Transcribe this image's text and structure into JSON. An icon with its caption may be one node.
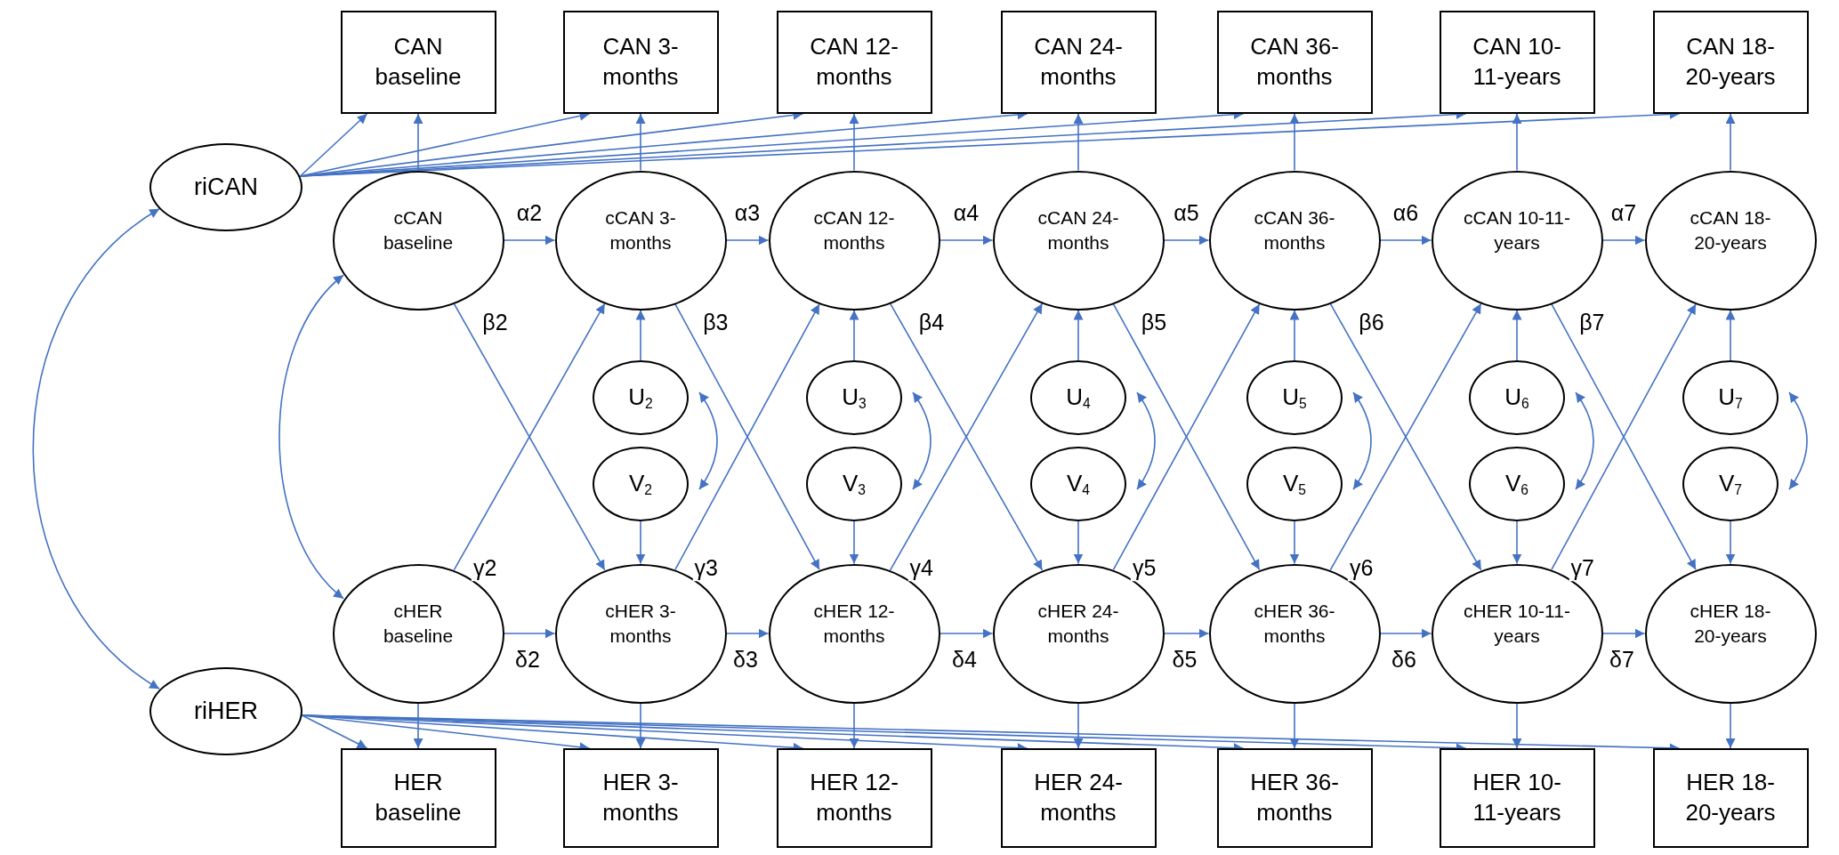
{
  "diagram": {
    "nodes": [
      {
        "text": [
          "CAN baseline"
        ]
      },
      {
        "text": [
          "CAN 3-months"
        ]
      },
      {
        "text": [
          "CAN 12-months"
        ]
      },
      {
        "text": [
          "CAN 24-months"
        ]
      },
      {
        "text": [
          "CAN 36-months"
        ]
      },
      {
        "text": [
          "CAN 10-11-years"
        ]
      },
      {
        "text": [
          "CAN 18-20-years"
        ]
      },
      {
        "text": [
          "riCAN"
        ]
      },
      {
        "text": [
          "cCAN baseline"
        ]
      },
      {
        "text": [
          "cCAN 3-months"
        ]
      },
      {
        "text": [
          "cCAN 12-months"
        ]
      },
      {
        "text": [
          "cCAN 24-months"
        ]
      },
      {
        "text": [
          "cCAN 36-months"
        ]
      },
      {
        "text": [
          "cCAN 10-11-years"
        ]
      },
      {
        "text": [
          "cCAN 18-20-years"
        ]
      },
      {
        "text": [
          "U$_{2}$"
        ]
      },
      {
        "text": [
          "U$_{3}$"
        ]
      },
      {
        "text": [
          "U$_{4}$"
        ]
      },
      {
        "text": [
          "U$_{5}$"
        ]
      },
      {
        "text": [
          "U$_{6}$"
        ]
      },
      {
        "text": [
          "U$_{7}$"
        ]
      },
      {
        "text": [
          "V$_{2}$"
        ]
      },
      {
        "text": [
          "V$_{3}$"
        ]
      },
      {
        "text": [
          "V$_{4}$"
        ]
      },
      {
        "text": [
          "V$_{5}$"
        ]
      },
      {
        "text": [
          "V$_{6}$"
        ]
      },
      {
        "text": [
          "V$_{7}$"
        ]
      },
      {
        "text": [
          "cHER baseline"
        ]
      },
      {
        "text": [
          "cHER 3-months"
        ]
      },
      {
        "text": [
          "cHER 12-months"
        ]
      },
      {
        "text": [
          "cHER 24-months"
        ]
      },
      {
        "text": [
          "cHER 36-months"
        ]
      },
      {
        "text": [
          "cHER 10-11-years"
        ]
      },
      {
        "text": [
          "cHER 18-20-years"
        ]
      },
      {
        "text": [
          "riHER"
        ]
      },
      {
        "text": [
          "HER baseline"
        ]
      },
      {
        "text": [
          "HER 3-months"
        ]
      },
      {
        "text": [
          "HER 12-months"
        ]
      },
      {
        "text": [
          "HER 24-months"
        ]
      },
      {
        "text": [
          "HER 36-months"
        ]
      },
      {
        "text": [
          "HER 10-11-years"
        ]
      },
      {
        "text": [
          "HER 18-20-years"
        ]
      }
    ],
    "edges": [
      {
        "from": 7,
        "to": 0,
        "arrow": "to"
      },
      {
        "from": 7,
        "to": 1,
        "arrow": "to"
      },
      {
        "from": 7,
        "to": 2,
        "arrow": "to"
      },
      {
        "from": 7,
        "to": 3,
        "arrow": "to"
      },
      {
        "from": 7,
        "to": 4,
        "arrow": "to"
      },
      {
        "from": 7,
        "to": 5,
        "arrow": "to"
      },
      {
        "from": 7,
        "to": 6,
        "arrow": "to"
      },
      {
        "from": 8,
        "to": 0,
        "arrow": "to"
      },
      {
        "from": 9,
        "to": 1,
        "arrow": "to"
      },
      {
        "from": 10,
        "to": 2,
        "arrow": "to"
      },
      {
        "from": 11,
        "to": 3,
        "arrow": "to"
      },
      {
        "from": 12,
        "to": 4,
        "arrow": "to"
      },
      {
        "from": 13,
        "to": 5,
        "arrow": "to"
      },
      {
        "from": 14,
        "to": 6,
        "arrow": "to"
      },
      {
        "from": 7,
        "to": 34,
        "arrow": "both"
      },
      {
        "from": 8,
        "to": 27,
        "arrow": "both"
      },
      {
        "from": 8,
        "to": 9,
        "arrow": "to",
        "label": "α2"
      },
      {
        "from": 9,
        "to": 10,
        "arrow": "to",
        "label": "α3"
      },
      {
        "from": 10,
        "to": 11,
        "arrow": "to",
        "label": "α4"
      },
      {
        "from": 11,
        "to": 12,
        "arrow": "to",
        "label": "α5"
      },
      {
        "from": 12,
        "to": 13,
        "arrow": "to",
        "label": "α6"
      },
      {
        "from": 13,
        "to": 14,
        "arrow": "to",
        "label": "α7"
      },
      {
        "from": 8,
        "to": 28,
        "arrow": "to",
        "label": "β2"
      },
      {
        "from": 9,
        "to": 29,
        "arrow": "to",
        "label": "β3"
      },
      {
        "from": 10,
        "to": 30,
        "arrow": "to",
        "label": "β4"
      },
      {
        "from": 11,
        "to": 31,
        "arrow": "to",
        "label": "β5"
      },
      {
        "from": 12,
        "to": 32,
        "arrow": "to",
        "label": "β6"
      },
      {
        "from": 13,
        "to": 33,
        "arrow": "to",
        "label": "β7"
      },
      {
        "from": 27,
        "to": 9,
        "arrow": "to",
        "label": "γ2"
      },
      {
        "from": 28,
        "to": 10,
        "arrow": "to",
        "label": "γ3"
      },
      {
        "from": 29,
        "to": 11,
        "arrow": "to",
        "label": "γ4"
      },
      {
        "from": 30,
        "to": 12,
        "arrow": "to",
        "label": "γ5"
      },
      {
        "from": 31,
        "to": 13,
        "arrow": "to",
        "label": "γ6"
      },
      {
        "from": 32,
        "to": 14,
        "arrow": "to",
        "label": "γ7"
      },
      {
        "from": 27,
        "to": 28,
        "arrow": "to",
        "label": "δ2"
      },
      {
        "from": 28,
        "to": 29,
        "arrow": "to",
        "label": "δ3"
      },
      {
        "from": 29,
        "to": 30,
        "arrow": "to",
        "label": "δ4"
      },
      {
        "from": 30,
        "to": 31,
        "arrow": "to",
        "label": "δ5"
      },
      {
        "from": 31,
        "to": 32,
        "arrow": "to",
        "label": "δ6"
      },
      {
        "from": 32,
        "to": 33,
        "arrow": "to",
        "label": "δ7"
      },
      {
        "from": 15,
        "to": 9,
        "arrow": "to"
      },
      {
        "from": 16,
        "to": 10,
        "arrow": "to"
      },
      {
        "from": 17,
        "to": 11,
        "arrow": "to"
      },
      {
        "from": 18,
        "to": 12,
        "arrow": "to"
      },
      {
        "from": 19,
        "to": 13,
        "arrow": "to"
      },
      {
        "from": 20,
        "to": 14,
        "arrow": "to"
      },
      {
        "from": 15,
        "to": 21,
        "arrow": "both"
      },
      {
        "from": 16,
        "to": 22,
        "arrow": "both"
      },
      {
        "from": 17,
        "to": 23,
        "arrow": "both"
      },
      {
        "from": 18,
        "to": 24,
        "arrow": "both"
      },
      {
        "from": 19,
        "to": 25,
        "arrow": "both"
      },
      {
        "from": 20,
        "to": 26,
        "arrow": "both"
      },
      {
        "from": 21,
        "to": 28,
        "arrow": "to"
      },
      {
        "from": 22,
        "to": 29,
        "arrow": "to"
      },
      {
        "from": 23,
        "to": 30,
        "arrow": "to"
      },
      {
        "from": 24,
        "to": 31,
        "arrow": "to"
      },
      {
        "from": 25,
        "to": 32,
        "arrow": "to"
      },
      {
        "from": 26,
        "to": 33,
        "arrow": "to"
      },
      {
        "from": 27,
        "to": 35,
        "arrow": "to"
      },
      {
        "from": 28,
        "to": 36,
        "arrow": "to"
      },
      {
        "from": 29,
        "to": 37,
        "arrow": "to"
      },
      {
        "from": 30,
        "to": 38,
        "arrow": "to"
      },
      {
        "from": 31,
        "to": 39,
        "arrow": "to"
      },
      {
        "from": 32,
        "to": 40,
        "arrow": "to"
      },
      {
        "from": 33,
        "to": 41,
        "arrow": "to"
      },
      {
        "from": 34,
        "to": 35,
        "arrow": "to"
      },
      {
        "from": 34,
        "to": 36,
        "arrow": "to"
      },
      {
        "from": 34,
        "to": 37,
        "arrow": "to"
      },
      {
        "from": 34,
        "to": 38,
        "arrow": "to"
      },
      {
        "from": 34,
        "to": 39,
        "arrow": "to"
      },
      {
        "from": 34,
        "to": 40,
        "arrow": "to"
      },
      {
        "from": 34,
        "to": 41,
        "arrow": "to"
      }
    ]
  }
}
